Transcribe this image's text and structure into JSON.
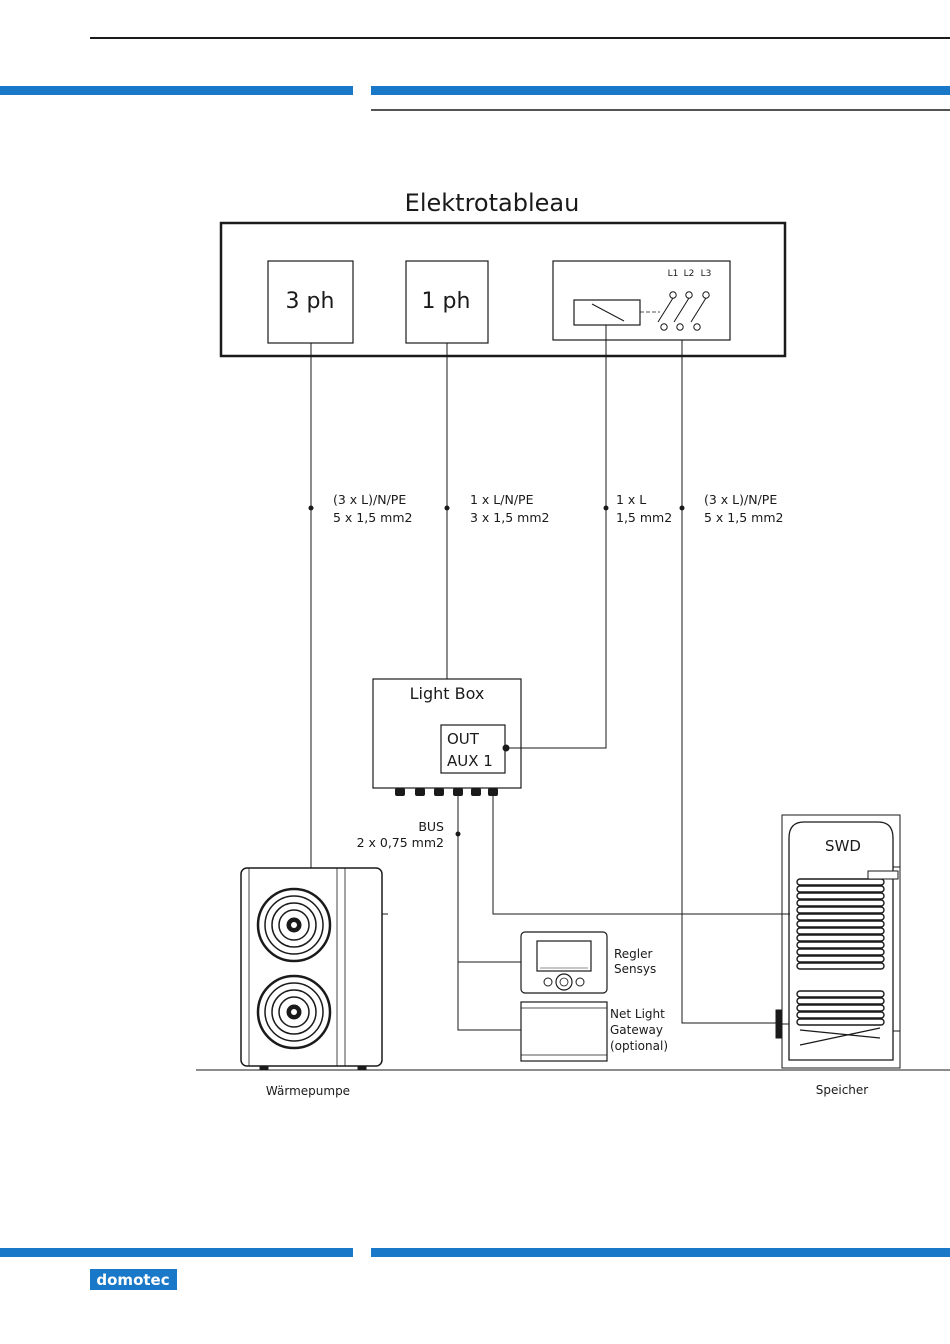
{
  "diagram": {
    "title": "Elektrotableau",
    "panel": {
      "three_phase": "3 ph",
      "single_phase": "1 ph",
      "switch_labels": [
        "L1",
        "L2",
        "L3"
      ]
    },
    "cables": [
      {
        "line1": "(3 x L)/N/PE",
        "line2": "5 x 1,5 mm2"
      },
      {
        "line1": "1 x L/N/PE",
        "line2": "3 x 1,5 mm2"
      },
      {
        "line1": "1 x L",
        "line2": "1,5 mm2"
      },
      {
        "line1": "(3 x L)/N/PE",
        "line2": "5 x 1,5 mm2"
      }
    ],
    "light_box": {
      "title": "Light Box",
      "out": "OUT",
      "aux": "AUX 1"
    },
    "bus": {
      "line1": "BUS",
      "line2": "2 x 0,75 mm2"
    },
    "regler": {
      "line1": "Regler",
      "line2": "Sensys"
    },
    "gateway": {
      "line1": "Net Light",
      "line2": "Gateway",
      "line3": "(optional)"
    },
    "tank_label": "SWD",
    "heat_pump_caption": "Wärmepumpe",
    "storage_caption": "Speicher"
  },
  "footer": {
    "logo": "domotec"
  },
  "colors": {
    "accent_blue": "#1a78c8",
    "line": "#1a1a1a"
  }
}
